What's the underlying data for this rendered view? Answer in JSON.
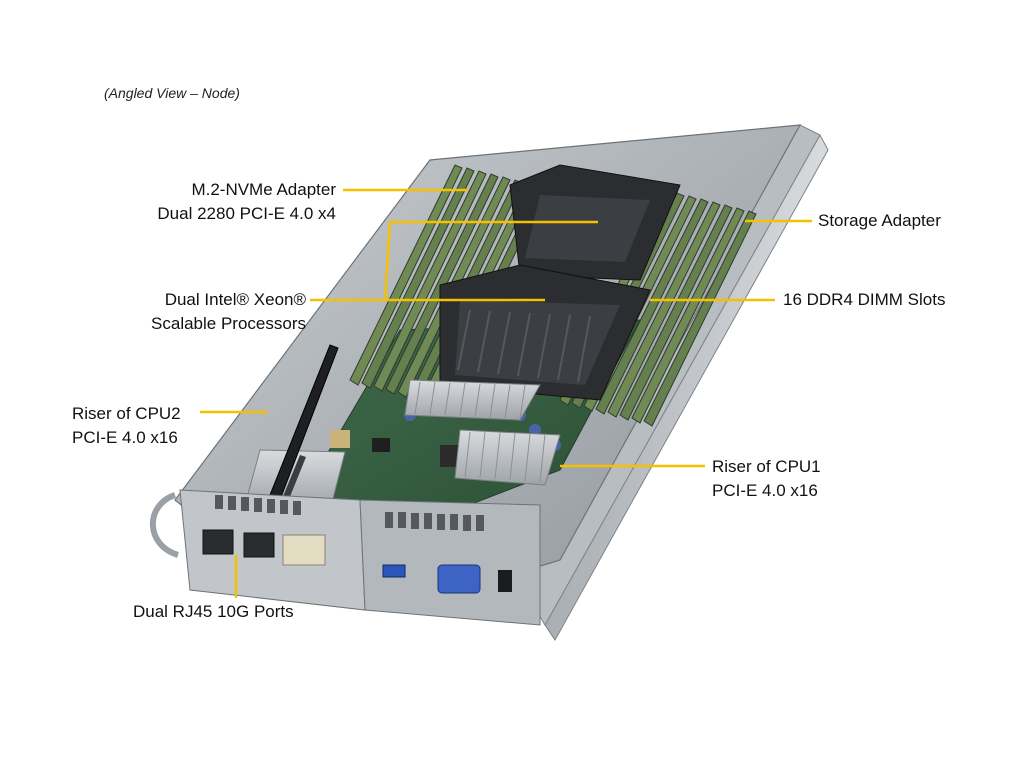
{
  "caption": "(Angled View – Node)",
  "leader_color": "#f5c000",
  "labels": {
    "m2": {
      "line1": "M.2-NVMe Adapter",
      "line2": "Dual 2280 PCI-E 4.0 x4"
    },
    "xeon": {
      "line1": "Dual Intel® Xeon®",
      "line2": "Scalable Processors"
    },
    "riser_cpu2": {
      "line1": "Riser of CPU2",
      "line2": "PCI-E 4.0 x16"
    },
    "rj45": {
      "line1": "Dual RJ45 10G Ports"
    },
    "storage": {
      "line1": "Storage Adapter"
    },
    "dimm": {
      "line1": "16 DDR4 DIMM Slots"
    },
    "riser_cpu1": {
      "line1": "Riser of CPU1",
      "line2": "PCI-E 4.0 x16"
    }
  }
}
